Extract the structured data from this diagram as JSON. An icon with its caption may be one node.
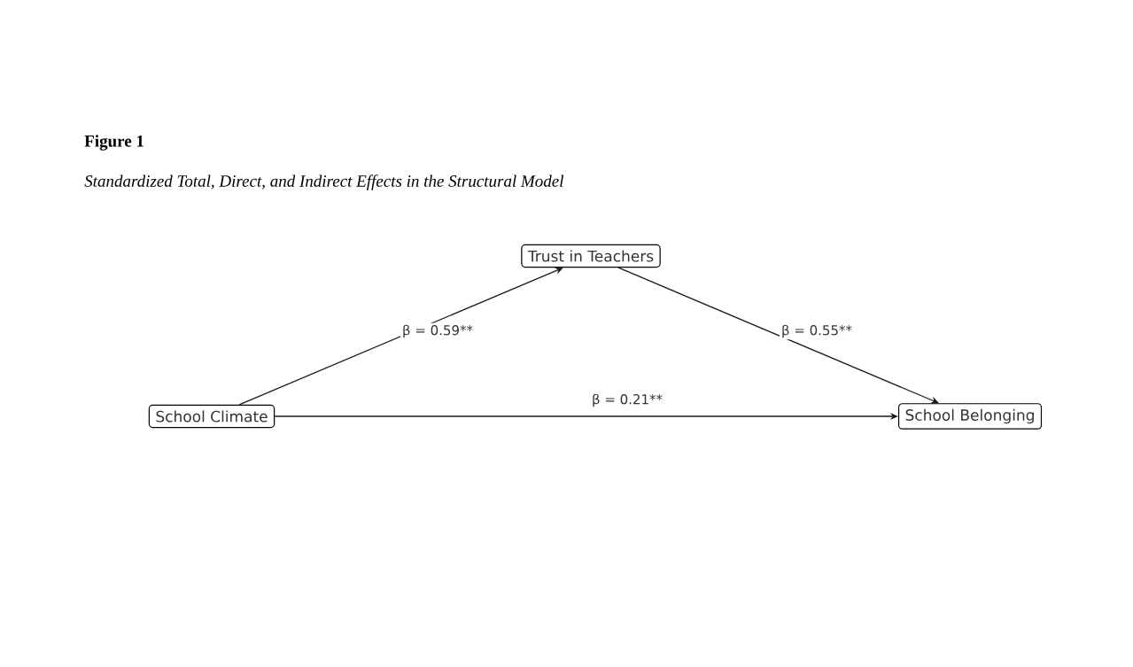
{
  "diagram": {
    "title": "Figure 1",
    "caption": "Standardized Total, Direct, and Indirect Effects in the Structural Model",
    "nodes": [
      {
        "text": [
          "Trust in Teachers"
        ]
      },
      {
        "text": [
          "School Climate"
        ]
      },
      {
        "text": [
          "School Belonging"
        ]
      }
    ],
    "edges": [
      {
        "from": 1,
        "to": 0,
        "arrow": "to",
        "label": "β = 0.59**"
      },
      {
        "from": 0,
        "to": 2,
        "arrow": "to",
        "label": "β = 0.55**"
      },
      {
        "from": 1,
        "to": 2,
        "arrow": "to",
        "label": "β = 0.21**"
      }
    ]
  }
}
